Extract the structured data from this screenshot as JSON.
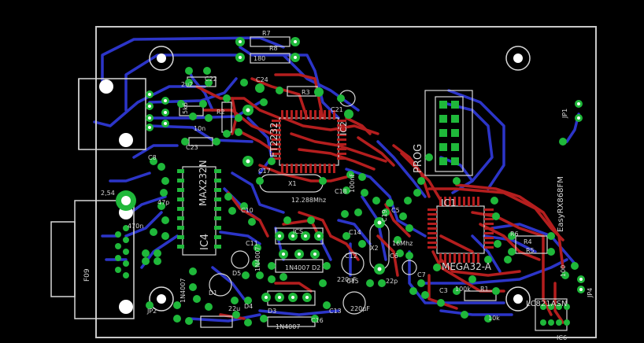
{
  "colors": {
    "background": "#000000",
    "outline": "#c8c8c8",
    "top_copper": "#b41e1e",
    "bottom_copper": "#2c35c8",
    "pad": "#1fb83a",
    "drill": "#ffffff",
    "silk": "#d8d8d8",
    "blue_label": "#5a6cff"
  },
  "labels": {
    "r7": "R7",
    "r8": "R8",
    "r80": "180",
    "r2": "R2",
    "r3": "R3",
    "c22": "C22",
    "c24": "C24",
    "c23": "C23",
    "c21": "C21",
    "c17": "C17",
    "c18": "C18",
    "c19": "C19",
    "c8": "C8",
    "c10": "C10",
    "c11": "C11",
    "c12": "C12",
    "c13": "C13",
    "c14": "C14",
    "c15": "C15",
    "c16": "C16",
    "c5": "C5",
    "c6": "C6",
    "c7": "C7",
    "c3": "C3",
    "x1": "X1",
    "x2": "X2",
    "ic1": "IC1",
    "ic2": "IC2",
    "ic4": "IC4",
    "ic5": "ICS",
    "ic6": "IC6",
    "max232": "MAX232N",
    "ftda": "FT2232",
    "mega32": "MEGA32-A",
    "prog": "PROG",
    "easyrx": "EasyRX868FM",
    "lc": "LC821ASN",
    "jp1": "JP1",
    "jp2": "JP2",
    "jp4": "JP4",
    "d1": "D1",
    "d2": "D2",
    "d3": "D3",
    "d4": "D4",
    "d5": "D5",
    "r1": "R1",
    "r4": "R4",
    "r5": "R5",
    "r6": "R6",
    "v1n4007a": "1N4007",
    "v1n4007b": "1N4007",
    "v1n4007c": "1N4007",
    "v1n4007d": "1N4007",
    "x12": "12.288Mhz",
    "x16": "16Mhz",
    "v220a": "220µF",
    "v220b": "220µF",
    "v10k": "10k",
    "v100k": "100k",
    "v10n": "10n",
    "v100n": "100nF",
    "v22p": "22p",
    "v47p": "47p",
    "v2u2": "2u2",
    "v470n": "470n",
    "v22u": "22u",
    "v254": "2,54",
    "f09": "F09",
    "v5k6": "5k6",
    "v100": "100"
  }
}
